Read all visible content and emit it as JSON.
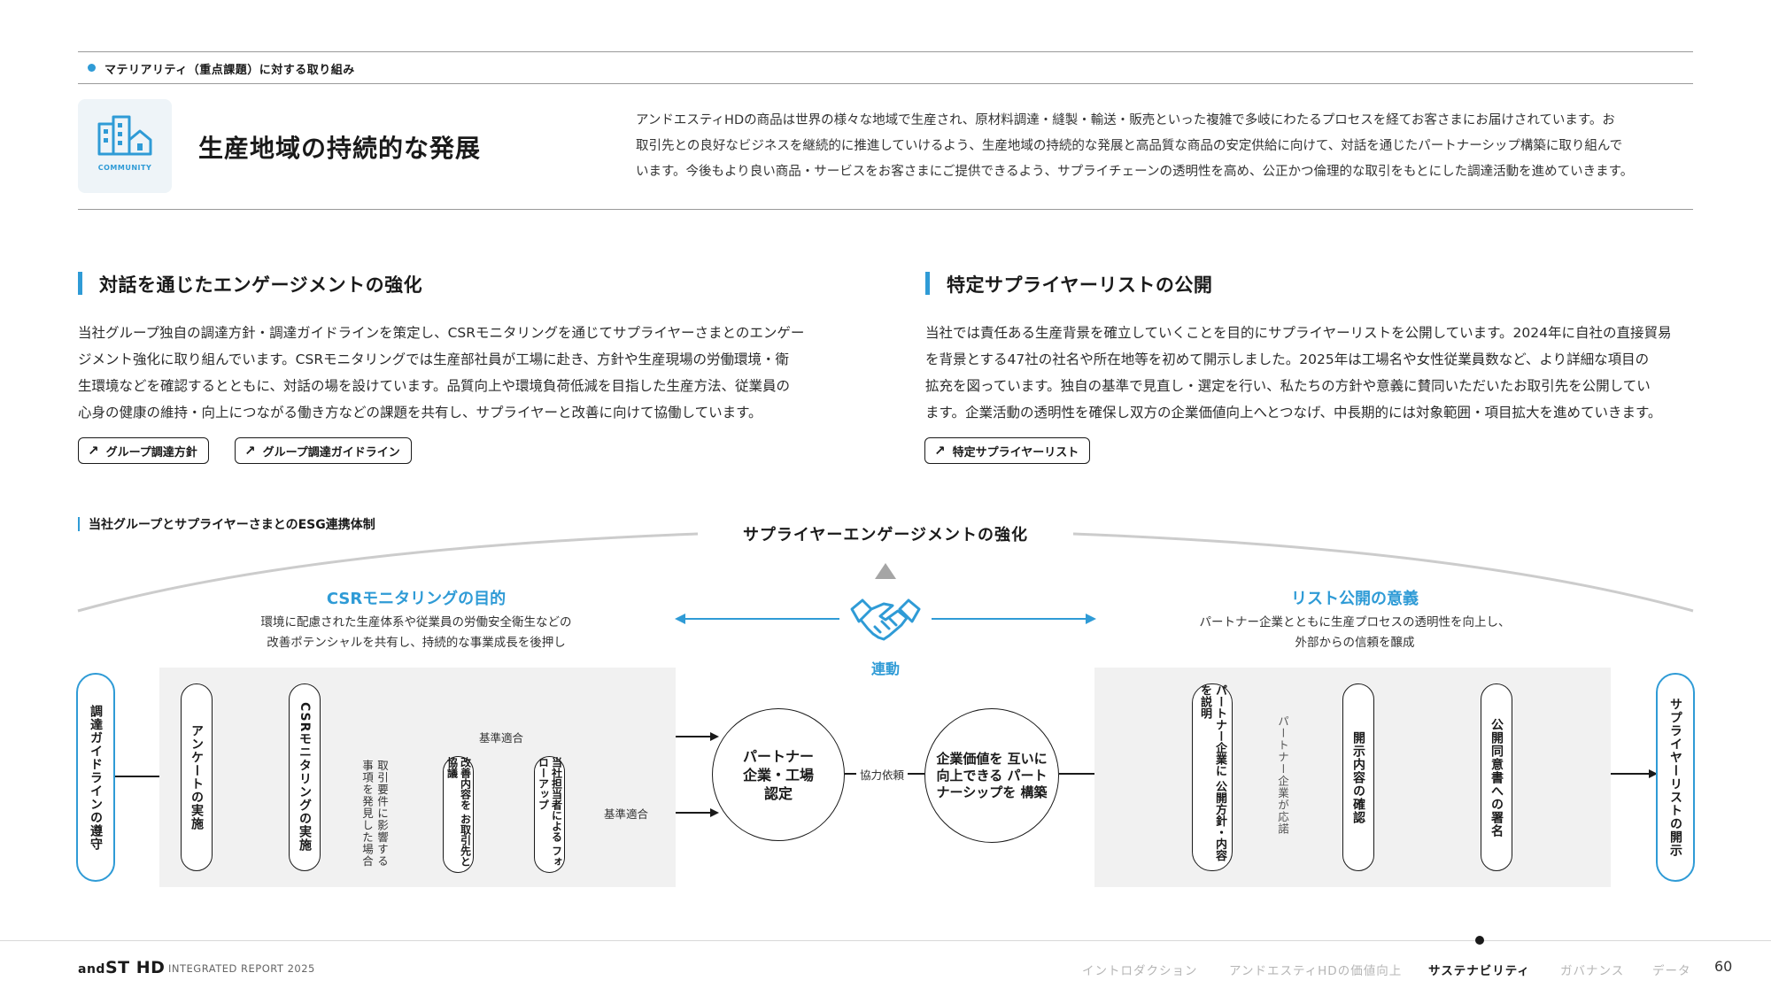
{
  "header": {
    "materiality_label": "マテリアリティ（重点課題）に対する取り組み",
    "icon_caption": "COMMUNITY",
    "title": "生産地域の持続的な発展",
    "intro_lines": [
      "アンドエスティHDの商品は世界の様々な地域で生産され、原材料調達・縫製・輸送・販売といった複雑で多岐にわたるプロセスを経てお客さまにお届けされています。お",
      "取引先との良好なビジネスを継続的に推進していけるよう、生産地域の持続的な発展と高品質な商品の安定供給に向けて、対話を通じたパートナーシップ構築に取り組んで",
      "います。今後もより良い商品・サービスをお客さまにご提供できるよう、サプライチェーンの透明性を高め、公正かつ倫理的な取引をもとにした調達活動を進めていきます。"
    ]
  },
  "left_section": {
    "title": "対話を通じたエンゲージメントの強化",
    "body_lines": [
      "当社グループ独自の調達方針・調達ガイドラインを策定し、CSRモニタリングを通じてサプライヤーさまとのエンゲー",
      "ジメント強化に取り組んでいます。CSRモニタリングでは生産部社員が工場に赴き、方針や生産現場の労働環境・衛",
      "生環境などを確認するとともに、対話の場を設けています。品質向上や環境負荷低減を目指した生産方法、従業員の",
      "心身の健康の維持・向上につながる働き方などの課題を共有し、サプライヤーと改善に向けて協働しています。"
    ],
    "links": [
      "グループ調達方針",
      "グループ調達ガイドライン"
    ]
  },
  "right_section": {
    "title": "特定サプライヤーリストの公開",
    "body_lines": [
      "当社では責任ある生産背景を確立していくことを目的にサプライヤーリストを公開しています。2024年に自社の直接貿易",
      "を背景とする47社の社名や所在地等を初めて開示しました。2025年は工場名や女性従業員数など、より詳細な項目の",
      "拡充を図っています。独自の基準で見直し・選定を行い、私たちの方針や意義に賛同いただいたお取引先を公開してい",
      "ます。企業活動の透明性を確保し双方の企業価値向上へとつなげ、中長期的には対象範囲・項目拡大を進めていきます。"
    ],
    "links": [
      "特定サプライヤーリスト"
    ]
  },
  "diagram": {
    "label": "当社グループとサプライヤーさまとのESG連携体制",
    "center_title": "サプライヤーエンゲージメントの強化",
    "center_link_label": "連動",
    "left_heading": "CSRモニタリングの目的",
    "left_desc": [
      "環境に配慮された生産体系や従業員の労働安全衛生などの",
      "改善ポテンシャルを共有し、持続的な事業成長を後押し"
    ],
    "right_heading": "リスト公開の意義",
    "right_desc": [
      "パートナー企業とともに生産プロセスの透明性を向上し、",
      "外部からの信頼を醸成"
    ],
    "nodes": {
      "guideline": "調達ガイドラインの遵守",
      "survey": "アンケートの実施",
      "csr_monitoring": "CSRモニタリングの実施",
      "improve": "改善内容を お取引先と協議",
      "follow": "当社担当者による フォローアップ",
      "partner_cert": "パートナー 企業・工場 認定",
      "value": "企業価値を 互いに向上できる パートナーシップを 構築",
      "explain": "パートナー企業に 公開方針・内容を説明",
      "confirm": "開示内容の確認",
      "sign": "公開同意書への署名",
      "disclose": "サプライヤーリストの開示"
    },
    "edges": {
      "std_ok_1": "基準適合",
      "std_ok_2": "基準適合",
      "issue_found": "取引要件に影響する 事項を発見した場合",
      "coop_request": "協力依頼",
      "partner_accept": "パートナー企業が応諾"
    },
    "colors": {
      "accent": "#2f9bd6",
      "panel": "#f1f1f1"
    },
    "icons": [
      "handshake-icon",
      "triangle-up-icon",
      "double-arrow-icon"
    ]
  },
  "footer": {
    "logo_pre": "and",
    "logo_main": "ST HD",
    "report": "INTEGRATED REPORT 2025",
    "nav": [
      "イントロダクション",
      "アンドエスティHDの価値向上",
      "サステナビリティ",
      "ガバナンス",
      "データ"
    ],
    "active_nav": "サステナビリティ",
    "page": "60"
  }
}
